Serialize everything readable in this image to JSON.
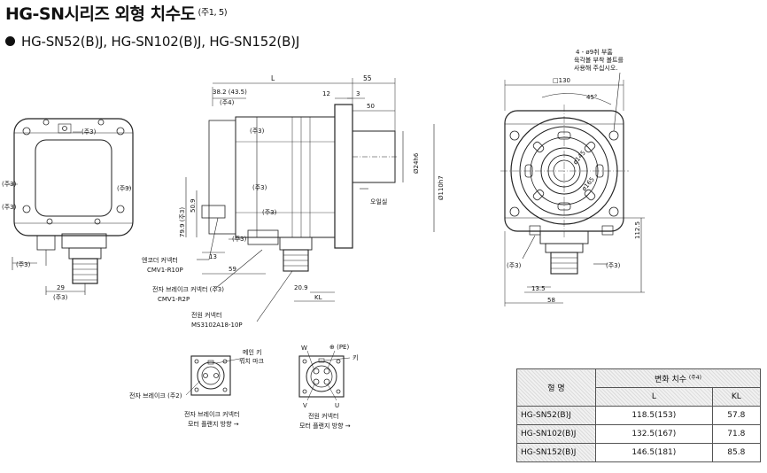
{
  "title": {
    "main": "HG-SN시리즈 외형 치수도",
    "note": "(주1, 5)"
  },
  "subtitle": "HG-SN52(B)J, HG-SN102(B)J, HG-SN152(B)J",
  "front_view": {
    "note3_upper": "(주3)",
    "note3_left_upper": "(주3)",
    "note3_left_lower": "(주3)",
    "note3_right": "(주3)",
    "note3_bottom": "(주3)",
    "dim_29": "29",
    "note3_dim": "(주3)"
  },
  "side_view": {
    "dim_L": "L",
    "dim_55": "55",
    "dim_38": "38.2 (43.5)",
    "note4": "(주4)",
    "dim_12": "12",
    "dim_3": "3",
    "dim_50": "50",
    "note3_a": "(주3)",
    "note3_b": "(주3)",
    "note3_c": "(주3)",
    "note3_d": "(주3)",
    "dim_79": "79.9 (주3)",
    "dim_50_9": "50.9",
    "dim_13": "13",
    "dim_59": "59",
    "dim_20_9": "20.9",
    "dim_KL": "KL",
    "shaft_dia": "Ø24h6",
    "flange_dia": "Ø110h7",
    "oil_seal": "오일실",
    "encoder_conn": "엔코더 커넥터",
    "encoder_part": "CMV1-R10P",
    "brake_conn": "전자 브레이크 커넥터 (주3)",
    "brake_part": "CMV1-R2P",
    "power_conn": "전원 커넥터",
    "power_part": "MS3102A18-10P"
  },
  "flange_view": {
    "bolt_note_1": "4 - ø9취 부홈",
    "bolt_note_2": "육각볼 부착 볼트를",
    "bolt_note_3": "사용해 주십시오.",
    "dim_130": "□130",
    "angle": "45°",
    "dia_145": "ø145",
    "dia_165": "ø165",
    "dim_112_5": "112.5",
    "dim_13_5": "13.5",
    "dim_58": "58",
    "note3_a": "(주3)",
    "note3_b": "(주3)"
  },
  "connector_details": {
    "main_key_1": "메인 키",
    "main_key_2": "워치 마크",
    "brake_label": "전자 브레이크 (주2)",
    "brake_dir_1": "전자 브레이크 커넥터",
    "brake_dir_2": "모터 플랜지 방향 →",
    "pin_W": "W",
    "pin_PE": "⊕ (PE)",
    "pin_key": "키",
    "pin_V": "V",
    "pin_U": "U",
    "power_dir_1": "전원 커넥터",
    "power_dir_2": "모터 플랜지 방향 →"
  },
  "dims_table": {
    "col_model": "형 명",
    "col_group": "변화 치수",
    "col_group_note": "(주4)",
    "col_L": "L",
    "col_KL": "KL",
    "rows": [
      {
        "model": "HG-SN52(B)J",
        "L": "118.5(153)",
        "KL": "57.8"
      },
      {
        "model": "HG-SN102(B)J",
        "L": "132.5(167)",
        "KL": "71.8"
      },
      {
        "model": "HG-SN152(B)J",
        "L": "146.5(181)",
        "KL": "85.8"
      }
    ]
  }
}
